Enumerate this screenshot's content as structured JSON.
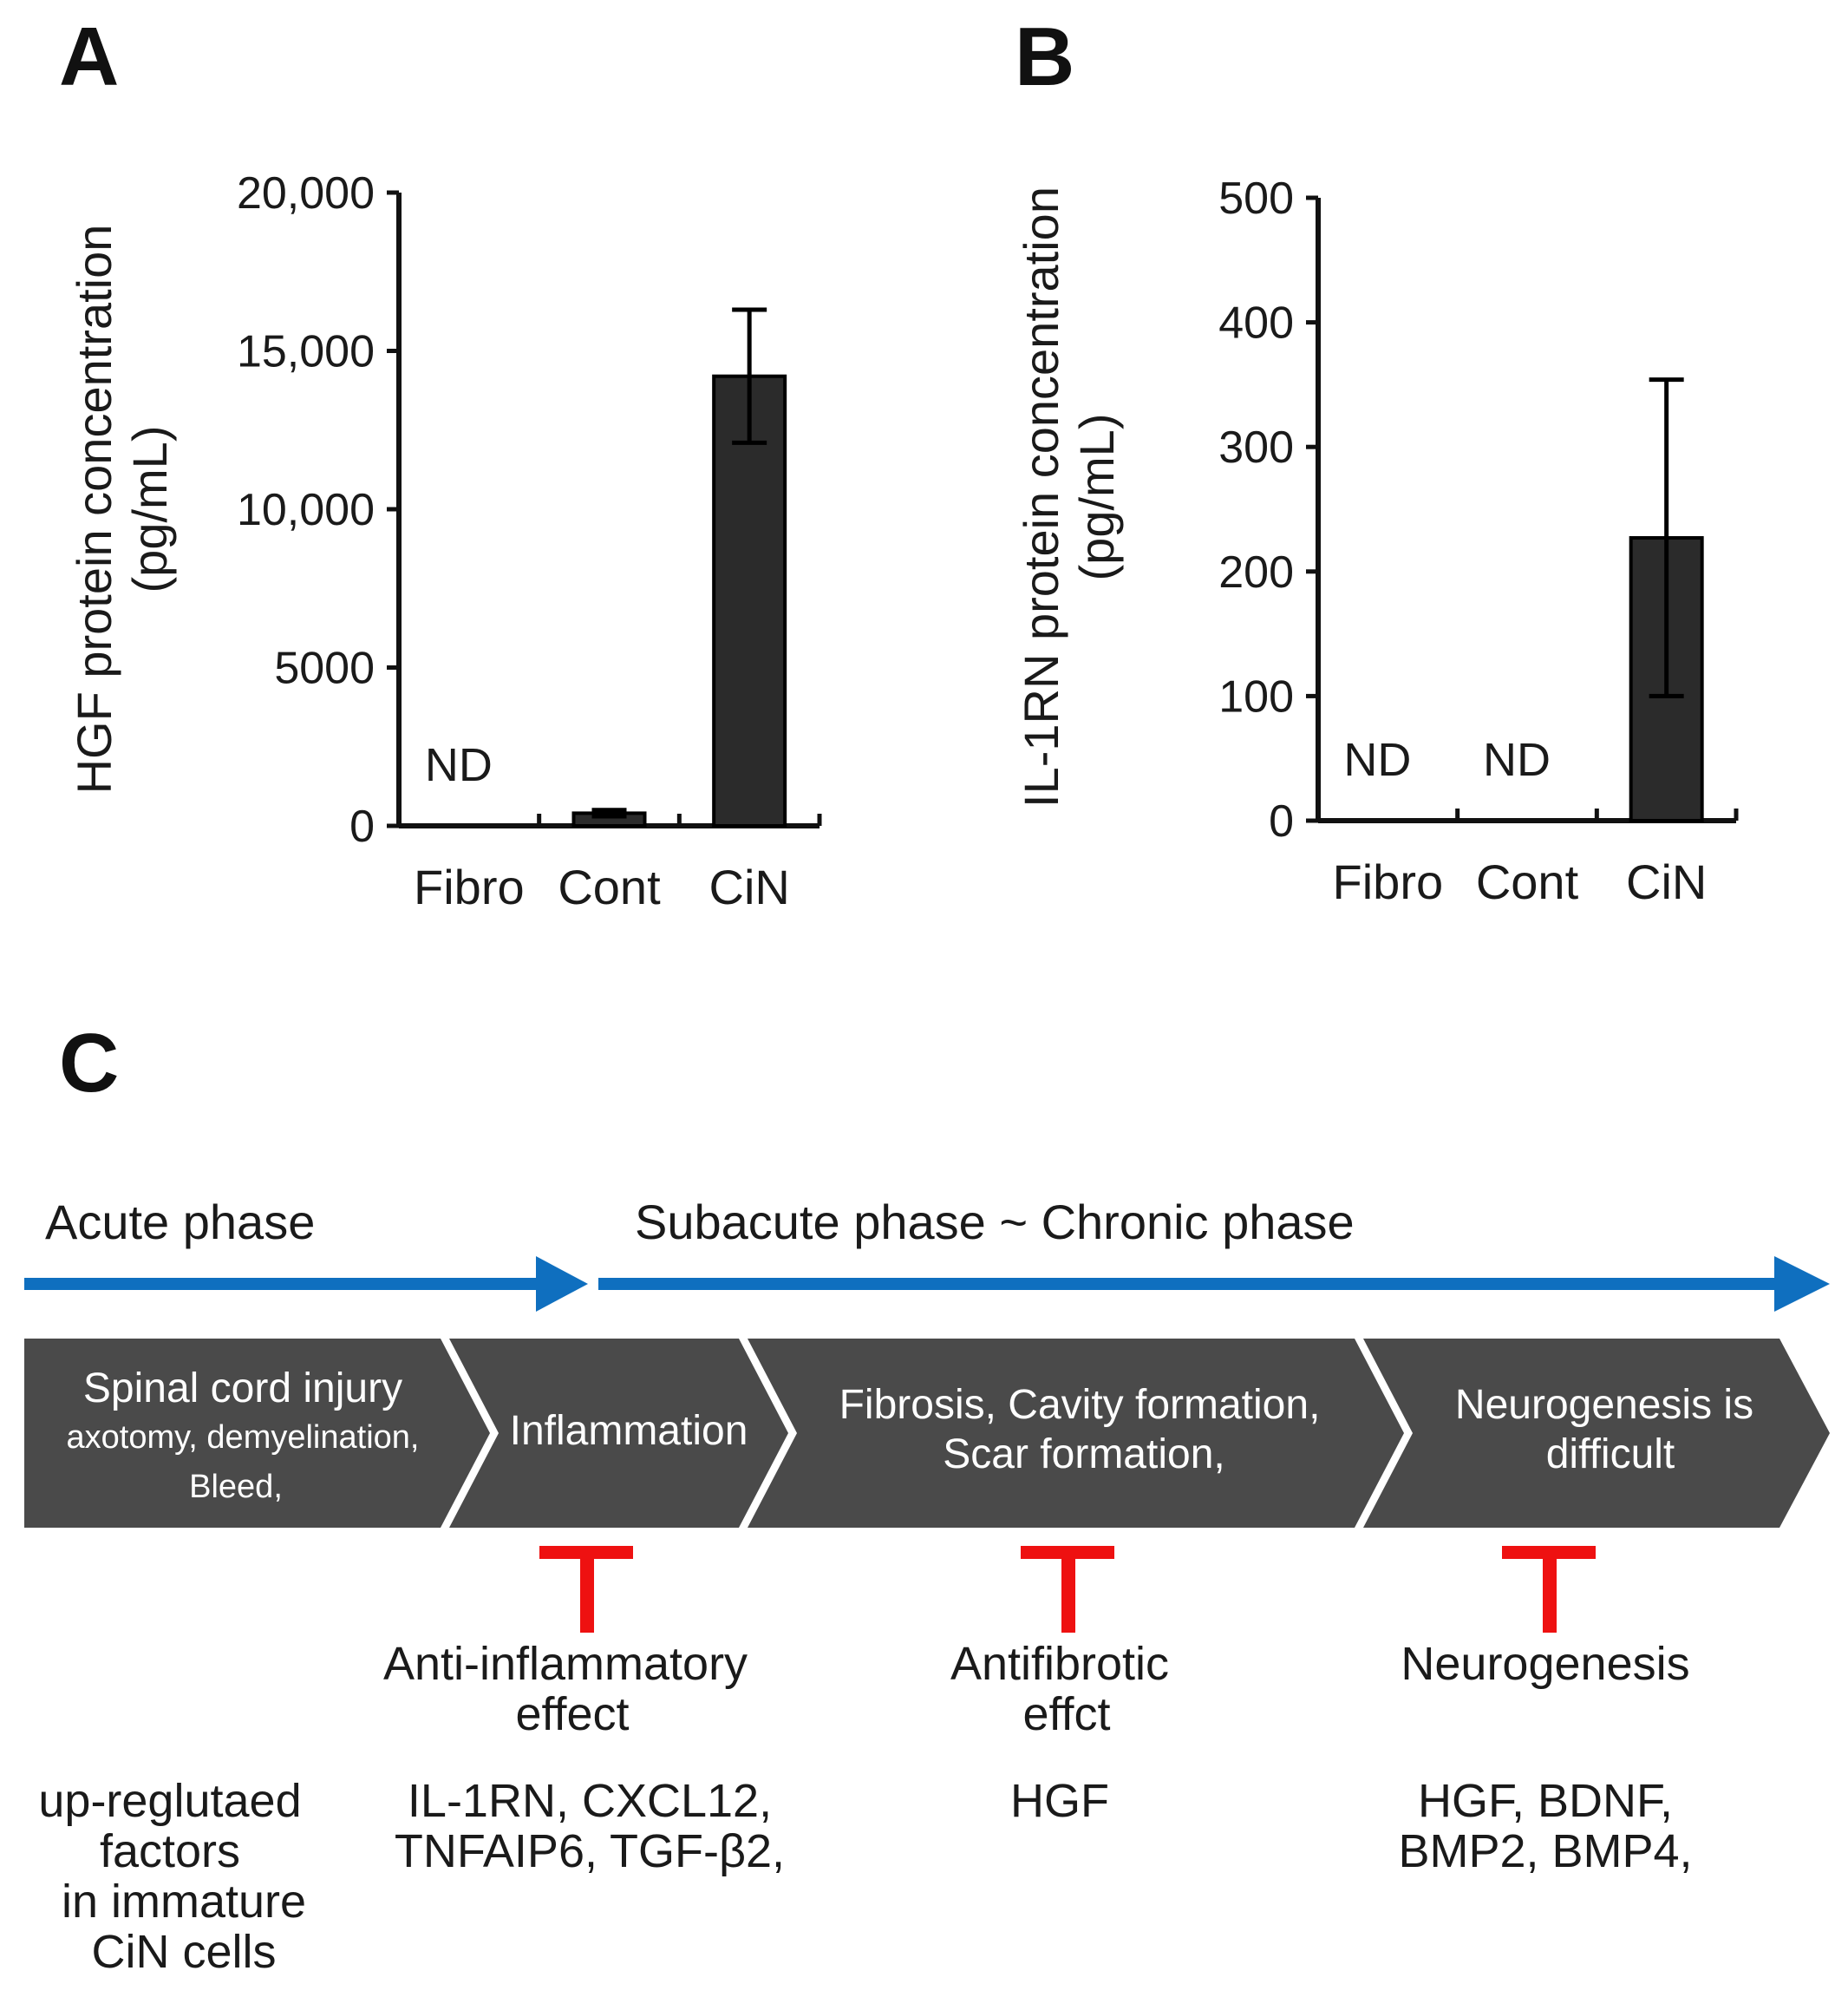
{
  "panels": {
    "a": "A",
    "b": "B",
    "c": "C"
  },
  "chart_data": [
    {
      "id": "A",
      "type": "bar",
      "categories": [
        "Fibro",
        "Cont",
        "CiN"
      ],
      "values": [
        0,
        400,
        14200
      ],
      "errors": [
        null,
        100,
        2100
      ],
      "annotations": [
        "ND",
        "",
        ""
      ],
      "yticks": [
        "0",
        "5000",
        "10,000",
        "15,000",
        "20,000"
      ],
      "ytick_values": [
        0,
        5000,
        10000,
        15000,
        20000
      ],
      "ylim": [
        0,
        20000
      ],
      "ylabel": "HGF protein concentration",
      "ylabel_unit": "(pg/mL)",
      "xlabel": "",
      "title": "",
      "grid": false,
      "bar_color": "#2b2b2b"
    },
    {
      "id": "B",
      "type": "bar",
      "categories": [
        "Fibro",
        "Cont",
        "CiN"
      ],
      "values": [
        0,
        0,
        227
      ],
      "errors": [
        null,
        null,
        127
      ],
      "annotations": [
        "ND",
        "ND",
        ""
      ],
      "yticks": [
        "0",
        "100",
        "200",
        "300",
        "400",
        "500"
      ],
      "ytick_values": [
        0,
        100,
        200,
        300,
        400,
        500
      ],
      "ylim": [
        0,
        500
      ],
      "ylabel": "IL-1RN protein concentration",
      "ylabel_unit": "(pg/mL)",
      "xlabel": "",
      "title": "",
      "grid": false,
      "bar_color": "#2b2b2b"
    }
  ],
  "diagram": {
    "acute_label": "Acute phase",
    "chronic_label": "Subacute phase ~ Chronic phase",
    "arrow_color": "#0f6fbf",
    "chevron_color": "#4a4a4a",
    "inhibit_color": "#ee1111",
    "stages": [
      {
        "line1": "Spinal cord injury",
        "line2": "axotomy, demyelination,",
        "line3": "Bleed,"
      },
      {
        "line1": "Inflammation"
      },
      {
        "line1": "Fibrosis, Cavity formation,",
        "line2": "Scar formation,"
      },
      {
        "line1": "Neurogenesis is",
        "line2": "difficult"
      }
    ],
    "effects": [
      {
        "line1": "Anti-inflammatory",
        "line2": "effect"
      },
      {
        "line1": "Antifibrotic",
        "line2": "effct"
      },
      {
        "line1": "Neurogenesis"
      }
    ],
    "factors_label": [
      "up-reglutaed",
      "factors",
      "in immature",
      "CiN cells"
    ],
    "factors": [
      {
        "line1": "IL-1RN, CXCL12,",
        "line2": "TNFAIP6, TGF-β2,"
      },
      {
        "line1": "HGF"
      },
      {
        "line1": "HGF, BDNF,",
        "line2": "BMP2, BMP4,"
      }
    ]
  }
}
